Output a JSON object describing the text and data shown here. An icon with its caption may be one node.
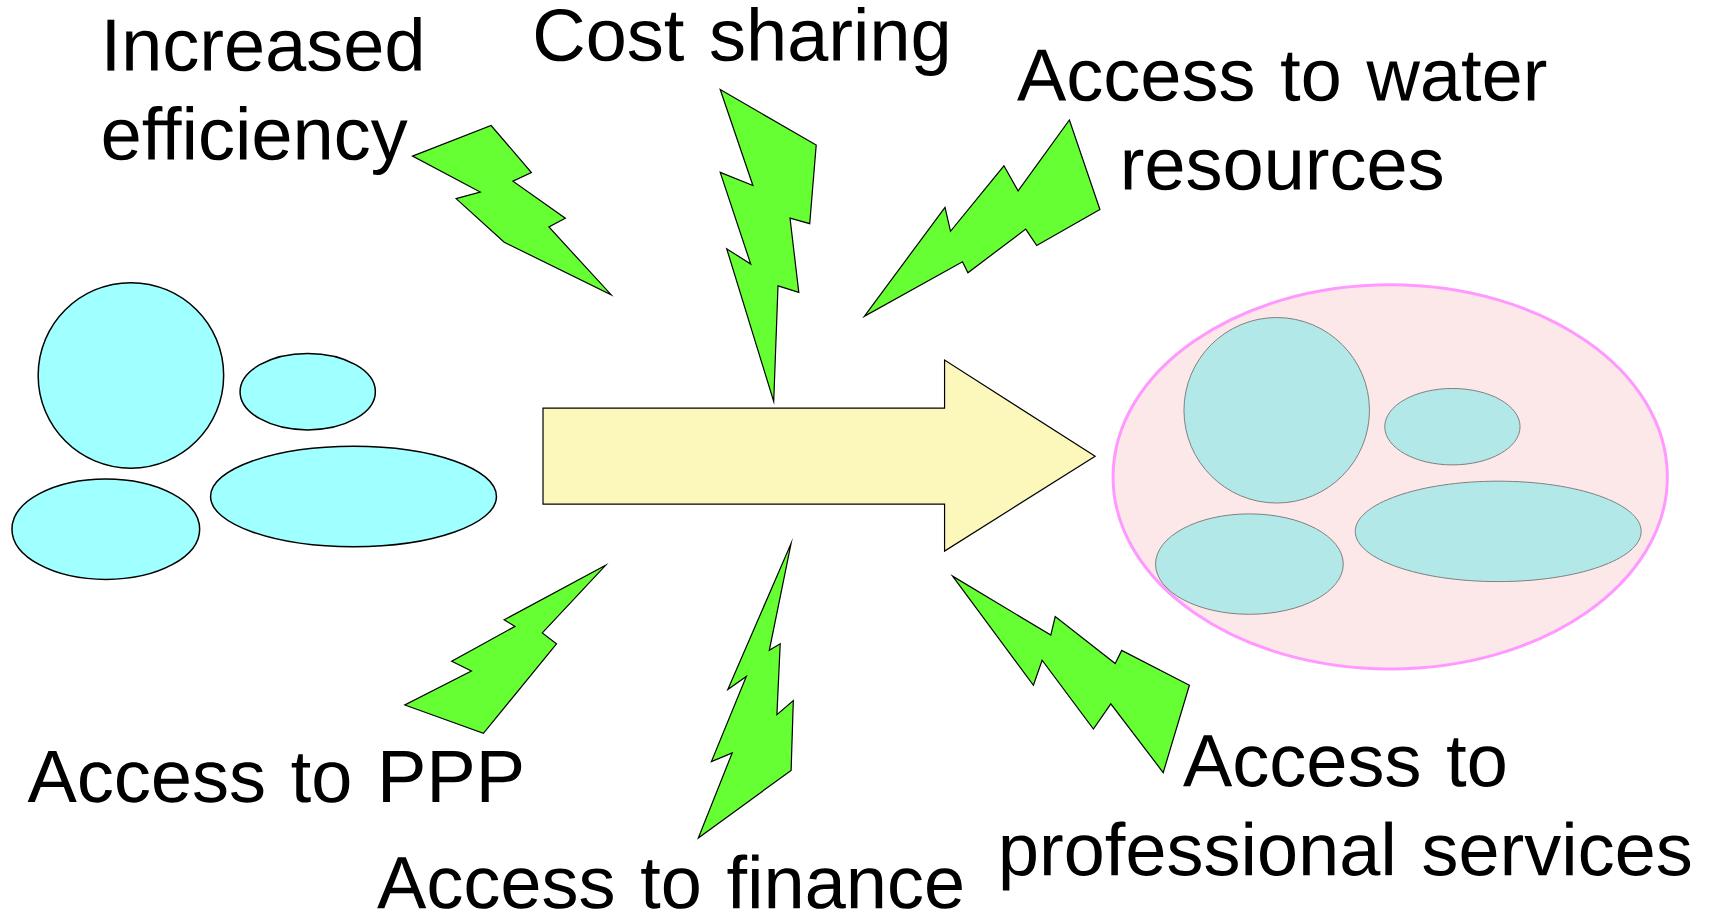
{
  "diagram": {
    "nodes": [
      {
        "text": [],
        "shape": "circle"
      },
      {
        "text": [],
        "shape": "ellipse"
      },
      {
        "text": [],
        "shape": "ellipse"
      },
      {
        "text": [],
        "shape": "ellipse"
      },
      {
        "text": [],
        "shape": "ellipse"
      },
      {
        "text": [],
        "shape": "circle",
        "in": 4
      },
      {
        "text": [],
        "shape": "ellipse",
        "in": 4
      },
      {
        "text": [],
        "shape": "ellipse",
        "in": 4
      },
      {
        "text": [],
        "shape": "ellipse",
        "in": 4
      },
      {
        "text": [],
        "shape": "bolt",
        "beside": [
          "Increased efficiency"
        ]
      },
      {
        "text": [],
        "shape": "bolt",
        "beside": [
          "Cost sharing"
        ]
      },
      {
        "text": [],
        "shape": "bolt",
        "beside": [
          "Access to water resources"
        ]
      },
      {
        "text": [],
        "shape": "bolt",
        "beside": [
          "Access to PPP"
        ]
      },
      {
        "text": [],
        "shape": "bolt",
        "beside": [
          "Access to finance"
        ]
      },
      {
        "text": [],
        "shape": "bolt",
        "beside": [
          "Access to professional services"
        ]
      }
    ],
    "edges": [
      {
        "from": 3,
        "to": 4,
        "arrow": "to"
      }
    ]
  }
}
